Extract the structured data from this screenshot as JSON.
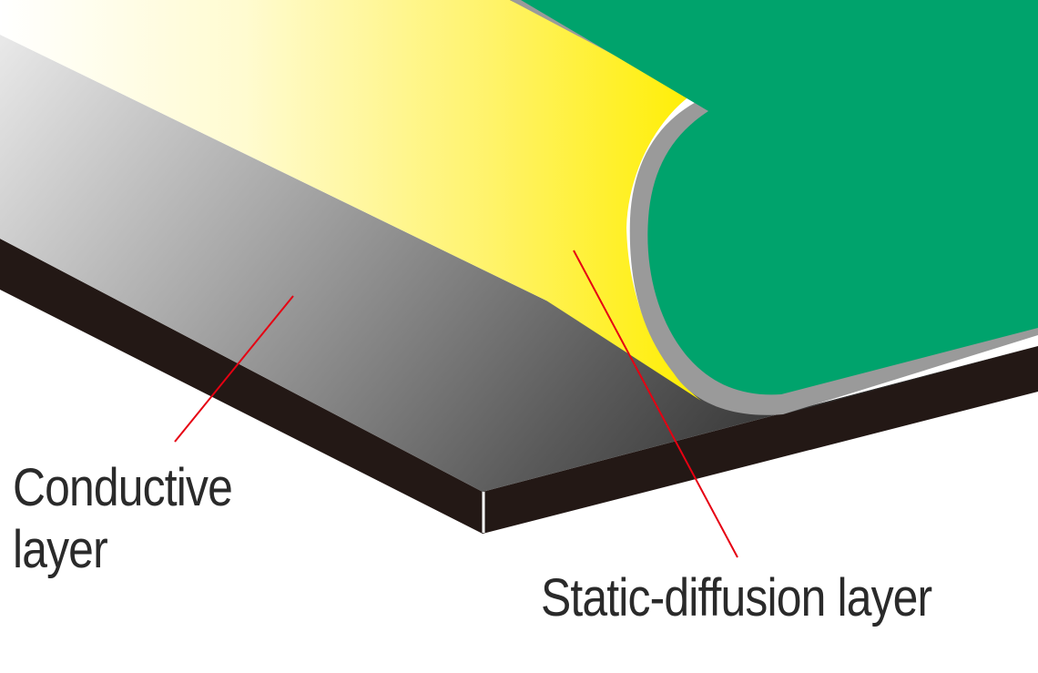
{
  "labels": {
    "conductive_line1": "Conductive",
    "conductive_line2": "layer",
    "static_diffusion": "Static-diffusion layer"
  },
  "colors": {
    "green_surface": "#00a36c",
    "green_edge_gray": "#9a9a9a",
    "yellow_layer": "#ffee00",
    "conductive_gray_light": "#e6e6e6",
    "conductive_gray_dark": "#3a3a3a",
    "base_black": "#231815",
    "leader_line_red": "#e60012",
    "text": "#2a2a2a"
  }
}
